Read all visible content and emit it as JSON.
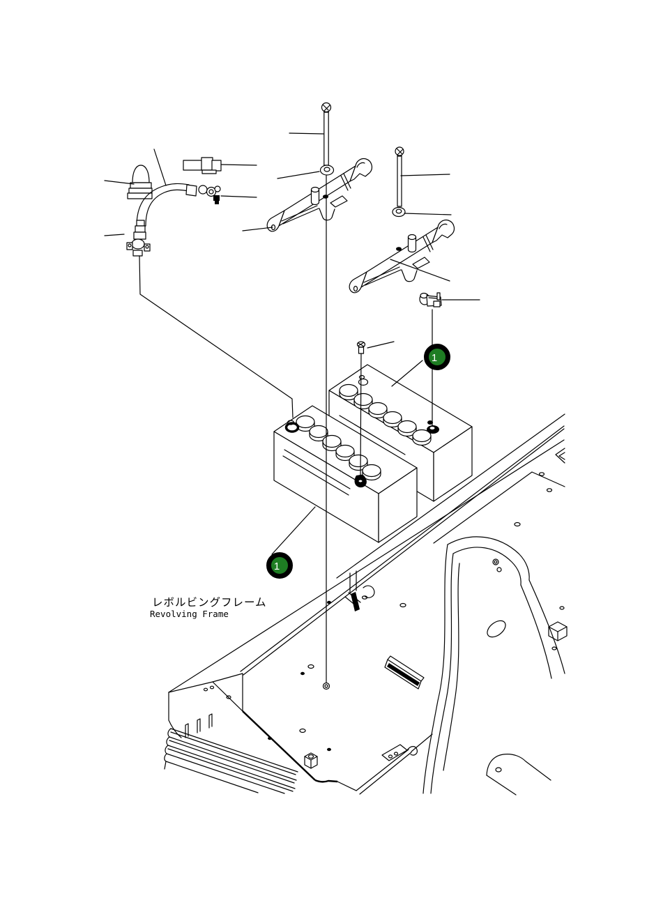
{
  "page": {
    "background": "#ffffff",
    "kind": "parts-exploded-diagram"
  },
  "labels": {
    "frame_label_jp": "レボルビングフレーム",
    "frame_label_en": "Revolving Frame"
  },
  "callouts": [
    {
      "id": "callout-1",
      "label": "1"
    },
    {
      "id": "callout-2",
      "label": "1"
    }
  ],
  "colors": {
    "callout_fill": "#1e7d23",
    "callout_ring": "#000000",
    "callout_text": "#ffffff",
    "line_color": "#000000"
  }
}
